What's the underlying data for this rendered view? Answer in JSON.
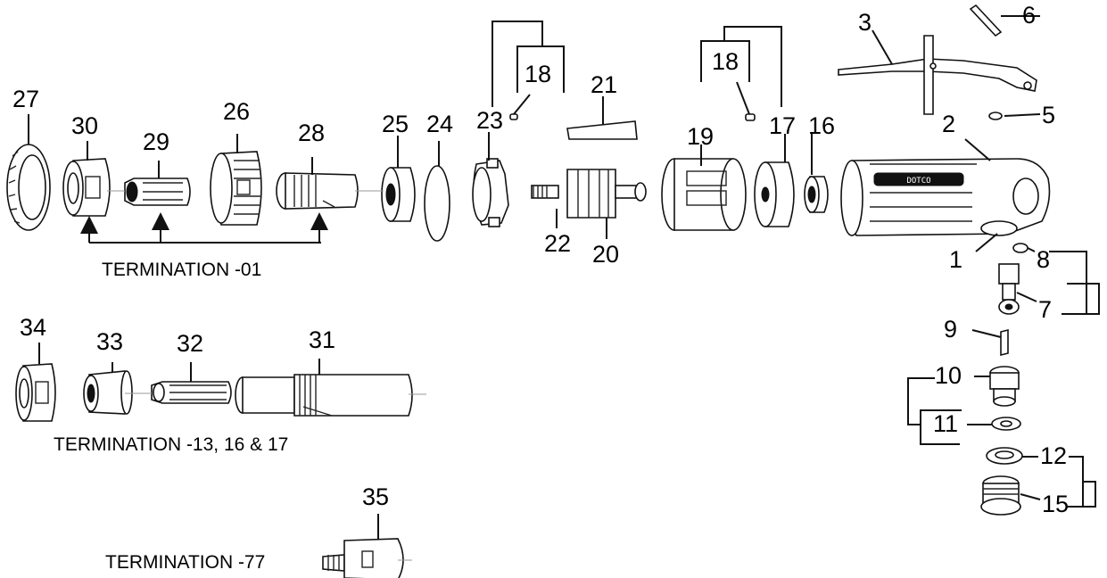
{
  "labels": {
    "n1": "1",
    "n2": "2",
    "n3": "3",
    "n5": "5",
    "n6": "6",
    "n7": "7",
    "n8": "8",
    "n9": "9",
    "n10": "10",
    "n11": "11",
    "n12": "12",
    "n15": "15",
    "n16": "16",
    "n17": "17",
    "n18a": "18",
    "n18b": "18",
    "n19": "19",
    "n20": "20",
    "n21": "21",
    "n22": "22",
    "n23": "23",
    "n24": "24",
    "n25": "25",
    "n26": "26",
    "n27": "27",
    "n28": "28",
    "n29": "29",
    "n30": "30",
    "n31": "31",
    "n32": "32",
    "n33": "33",
    "n34": "34",
    "n35": "35"
  },
  "terminations": {
    "t01": "TERMINATION -01",
    "t13": "TERMINATION -13, 16 & 17",
    "t77": "TERMINATION -77"
  },
  "housing_logo": "DOTCO",
  "colors": {
    "ink": "#111111",
    "paper": "#ffffff"
  }
}
